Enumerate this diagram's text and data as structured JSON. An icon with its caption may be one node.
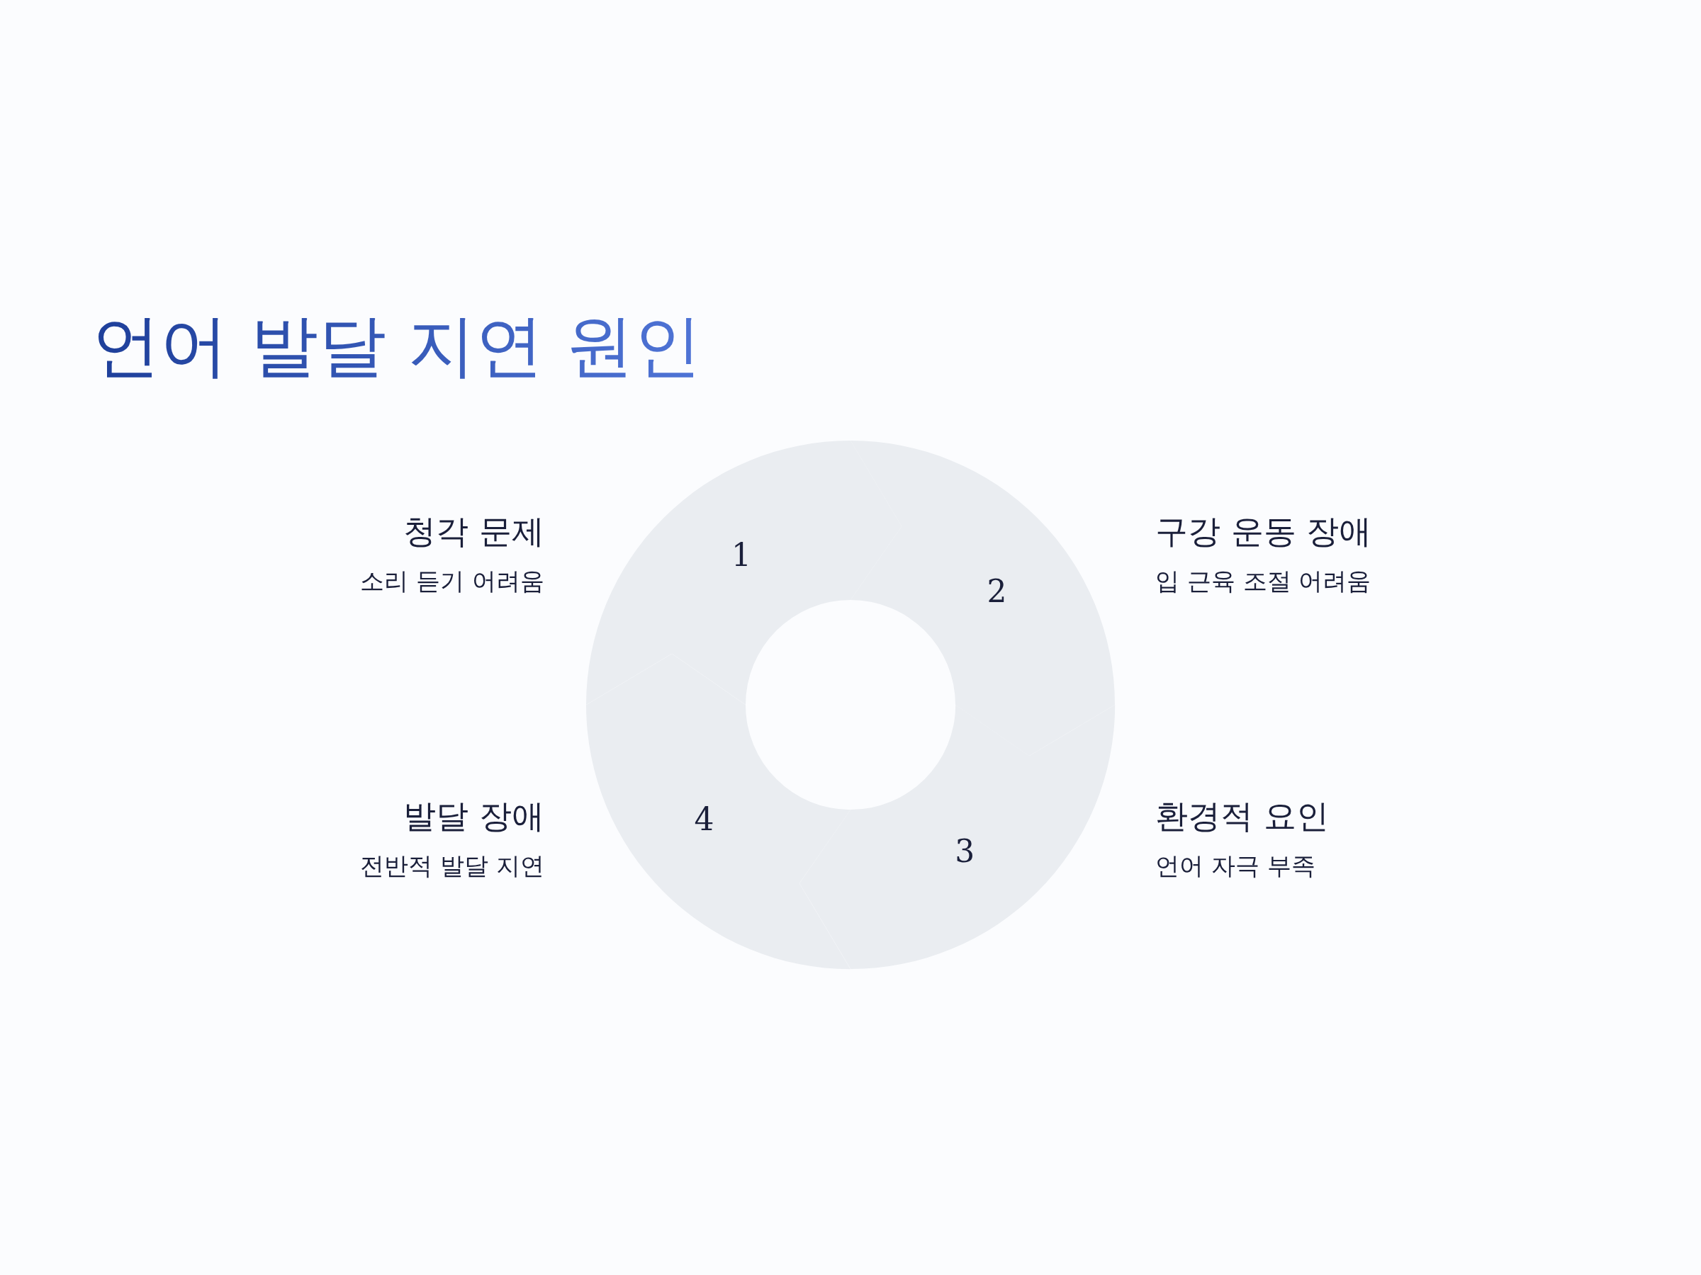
{
  "diagram": {
    "title": "언어 발달 지연 원인",
    "nodes": [
      {
        "text": [
          "1"
        ],
        "beside": [
          "청각 문제",
          "소리 듣기 어려움"
        ]
      },
      {
        "text": [
          "2"
        ],
        "beside": [
          "구강 운동 장애",
          "입 근육 조절 어려움"
        ]
      },
      {
        "text": [
          "3"
        ],
        "beside": [
          "환경적 요인",
          "언어 자극 부족"
        ]
      },
      {
        "text": [
          "4"
        ],
        "beside": [
          "발달 장애",
          "전반적 발달 지연"
        ]
      }
    ]
  }
}
